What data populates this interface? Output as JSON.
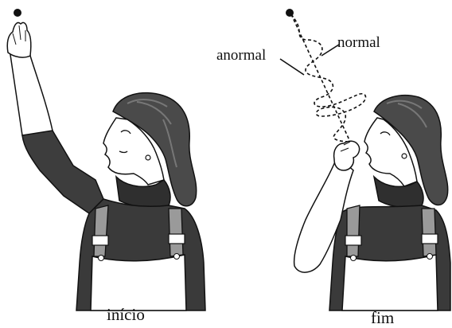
{
  "panels": [
    {
      "caption": "início"
    },
    {
      "caption": "fim"
    }
  ],
  "path_labels": {
    "abnormal": "anormal",
    "normal": "normal"
  }
}
